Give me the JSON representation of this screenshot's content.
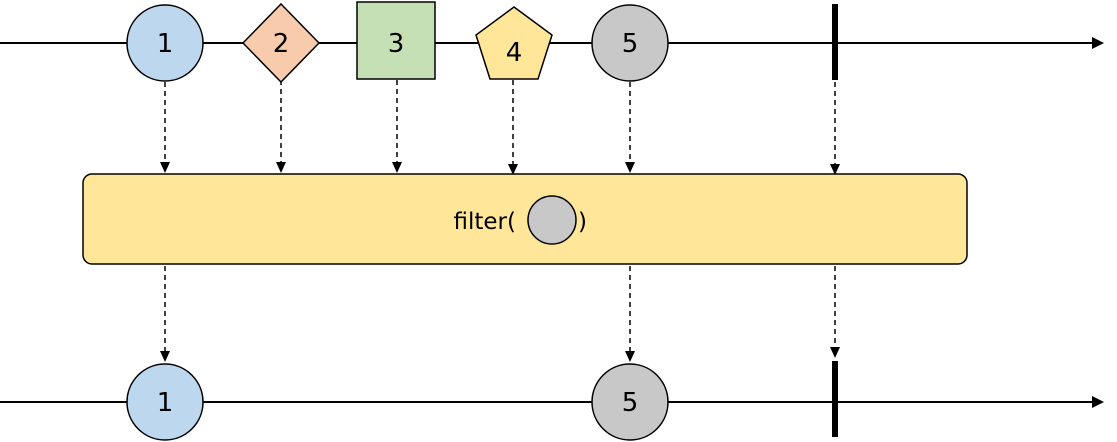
{
  "operator": {
    "name": "filter(",
    "close": ")",
    "box_color": "#FFE699",
    "predicate_shape": "circle",
    "predicate_color": "#C8C8C8"
  },
  "input": {
    "items": [
      {
        "label": "1",
        "shape": "circle",
        "color": "#BDD7EE"
      },
      {
        "label": "2",
        "shape": "diamond",
        "color": "#F8CBAD"
      },
      {
        "label": "3",
        "shape": "square",
        "color": "#C5E0B4"
      },
      {
        "label": "4",
        "shape": "pentagon",
        "color": "#FFE699"
      },
      {
        "label": "5",
        "shape": "circle",
        "color": "#C8C8C8"
      }
    ],
    "completed": true
  },
  "output": {
    "items": [
      {
        "label": "1",
        "shape": "circle",
        "color": "#BDD7EE"
      },
      {
        "label": "5",
        "shape": "circle",
        "color": "#C8C8C8"
      }
    ],
    "completed": true
  }
}
